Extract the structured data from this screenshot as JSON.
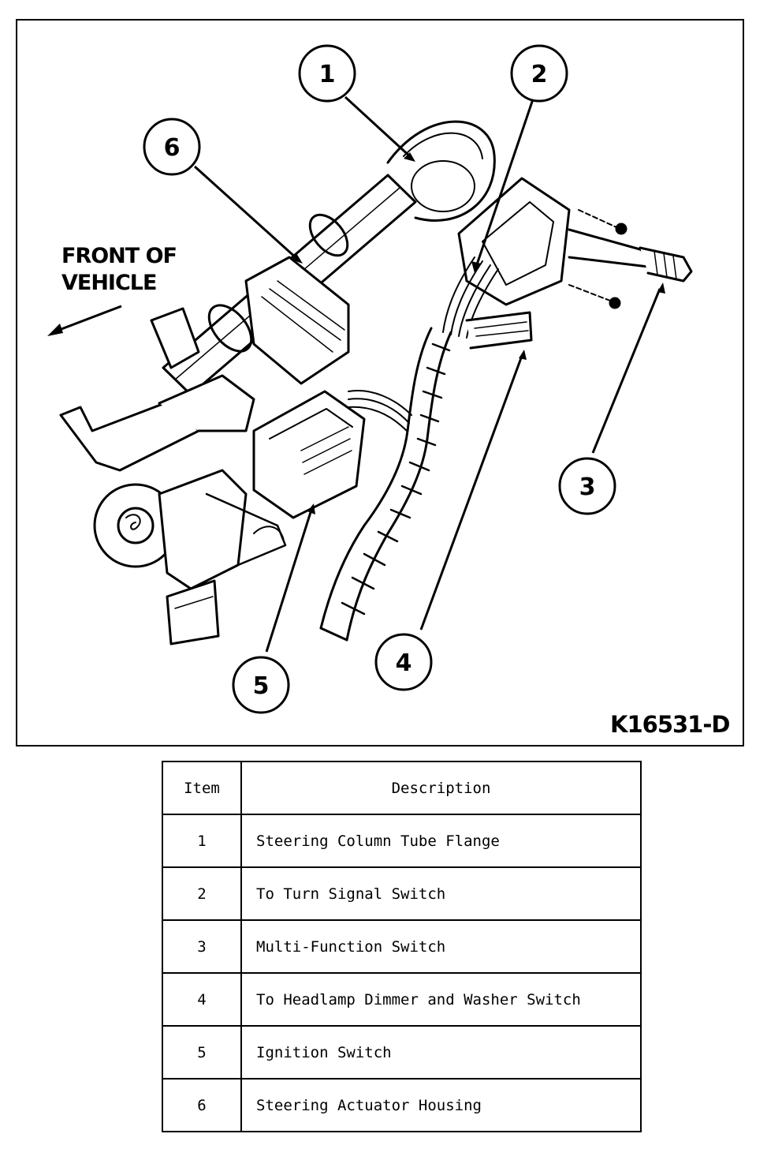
{
  "diagram": {
    "direction_label": [
      "FRONT OF",
      "VEHICLE"
    ],
    "figure_id": "K16531-D",
    "callouts": [
      "1",
      "2",
      "3",
      "4",
      "5",
      "6"
    ]
  },
  "legend": {
    "headers": {
      "item": "Item",
      "description": "Description"
    },
    "rows": [
      {
        "item": "1",
        "description": "Steering Column Tube Flange"
      },
      {
        "item": "2",
        "description": "To Turn Signal Switch"
      },
      {
        "item": "3",
        "description": "Multi-Function Switch"
      },
      {
        "item": "4",
        "description": "To Headlamp Dimmer and Washer Switch"
      },
      {
        "item": "5",
        "description": "Ignition Switch"
      },
      {
        "item": "6",
        "description": "Steering Actuator Housing"
      }
    ]
  }
}
